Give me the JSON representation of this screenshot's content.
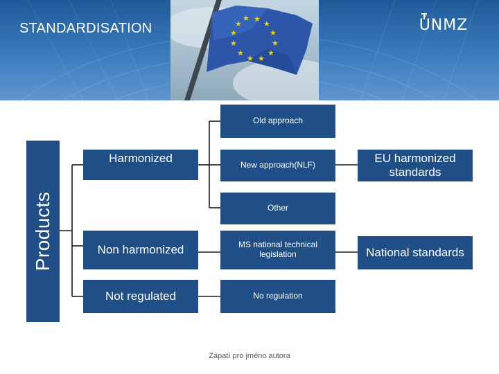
{
  "header": {
    "title": "STANDARDISATION",
    "logo": "ÚNMZ"
  },
  "diagram": {
    "root": "Products",
    "categories": {
      "harmonized": "Harmonized",
      "non_harmonized": "Non harmonized",
      "not_regulated": "Not regulated"
    },
    "approaches": {
      "old": "Old approach",
      "new": "New approach(NLF)",
      "other": "Other",
      "ms_national": "MS national technical legislation",
      "no_regulation": "No regulation"
    },
    "standards": {
      "eu_harmonized": "EU harmonized standards",
      "national": "National standards"
    }
  },
  "footer": {
    "text": "Zápatí pro jméno autora"
  },
  "colors": {
    "box": "#1f4f86",
    "header": "#3c7cbd",
    "connector": "#1a1a1a"
  },
  "icons": {
    "photo": "eu-flag-photo",
    "logo": "unmz-logo"
  }
}
